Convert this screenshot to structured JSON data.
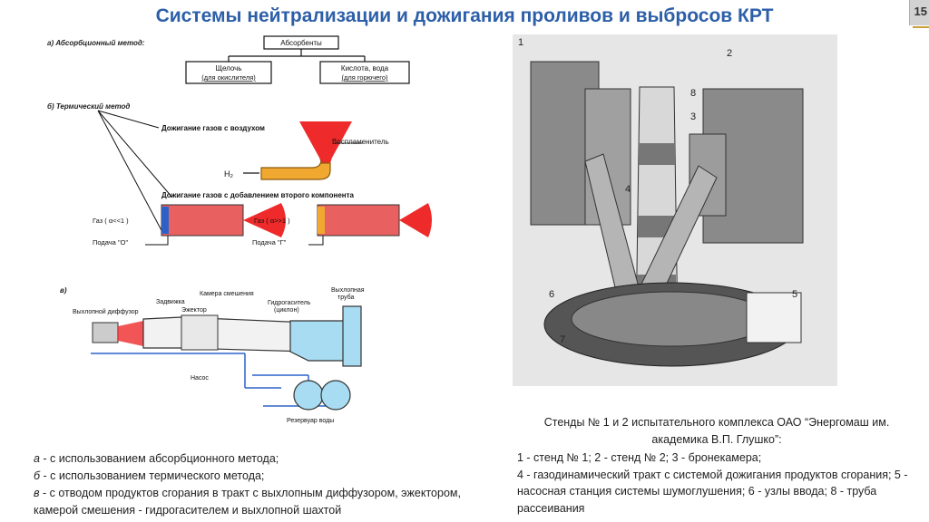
{
  "title": "Системы нейтрализации и дожигания проливов и выбросов КРТ",
  "page_number": "15",
  "colors": {
    "title": "#2d5fa8",
    "flame": "#ee2a2a",
    "duct": "#f0a830",
    "water": "#a8dcf2",
    "nozzle_blue": "#2c62c8"
  },
  "scheme_a": {
    "label": "а) Абсорбционный метод:",
    "root": "Абсорбенты",
    "left_main": "Щелочь",
    "left_sub": "(для окислителя)",
    "right_main": "Кислота, вода",
    "right_sub": "(для горючего)"
  },
  "scheme_b": {
    "label": "б) Термический метод",
    "air_burn": "Дожигание газов с воздухом",
    "igniter": "Воспламенитель",
    "h2": "Н₂",
    "second_component": "Дожигание газов с добавлением второго компонента",
    "gas_left": "Газ ( α<<1 )",
    "gas_right": "Газ ( α>>1 )",
    "feed_left": "Подача \"О\"",
    "feed_right": "Подача \"Г\""
  },
  "scheme_c": {
    "label": "в)",
    "mixing_chamber": "Камера смешения",
    "valve": "Задвижка",
    "ejector": "Эжектор",
    "exhaust_diffuser": "Выхлопной диффузор",
    "damper_line1": "Гидрогаситель",
    "damper_line2": "(циклон)",
    "exhaust_pipe_line1": "Выхлопная",
    "exhaust_pipe_line2": "труба",
    "pump": "Насос",
    "reservoir": "Резервуар воды"
  },
  "plant": {
    "callouts": [
      "1",
      "2",
      "3",
      "4",
      "5",
      "6",
      "7",
      "8"
    ]
  },
  "plant_caption": {
    "heading": "Стенды № 1 и 2 испытательного комплекса ОАО “Энергомаш им. академика В.П. Глушко”:",
    "line1": "1 - стенд № 1; 2 - стенд № 2; 3 - бронекамера;",
    "line2": "4 - газодинамический тракт с системой дожигания продуктов сгорания; 5 - насосная станция системы шумоглушения; 6 - узлы ввода; 8 - труба рассеивания"
  },
  "captions": {
    "a_letter": "а",
    "a_text": " - с использованием абсорбционного метода;",
    "b_letter": "б",
    "b_text": " - с использованием термического метода;",
    "c_letter": "в",
    "c_text": " - с отводом продуктов сгорания в тракт с выхлопным диффузором, эжектором, камерой смешения - гидрогасителем и выхлопной шахтой"
  }
}
